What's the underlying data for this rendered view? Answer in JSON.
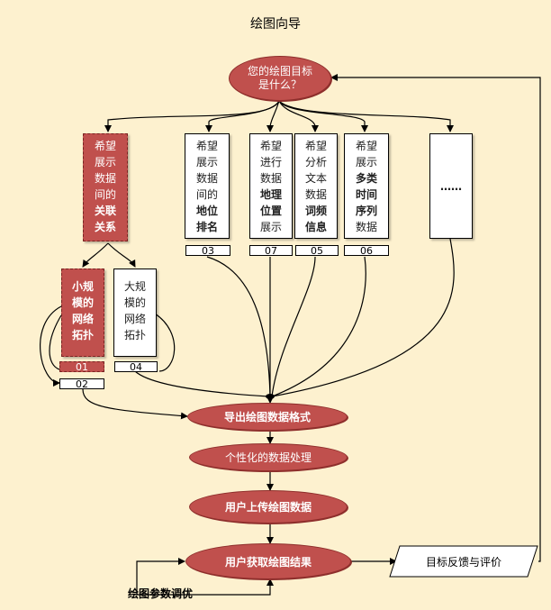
{
  "title": "绘图向导",
  "goal": {
    "line1": "您的绘图目标",
    "line2": "是什么？"
  },
  "boxes": {
    "relation": [
      "希望",
      "展示",
      "数据",
      "间的",
      "关联",
      "关系"
    ],
    "rank": [
      "希望",
      "展示",
      "数据",
      "间的",
      "地位",
      "排名"
    ],
    "geo": [
      "希望",
      "进行",
      "数据",
      "地理",
      "位置",
      "展示"
    ],
    "text": [
      "希望",
      "分析",
      "文本",
      "数据",
      "词频",
      "信息"
    ],
    "series": [
      "希望",
      "展示",
      "多类",
      "时间",
      "序列",
      "数据"
    ],
    "more": "……",
    "small": [
      "小规",
      "模的",
      "网络",
      "拓扑"
    ],
    "large": [
      "大规",
      "模的",
      "网络",
      "拓扑"
    ]
  },
  "tags": {
    "t01": "01",
    "t02": "02",
    "t03": "03",
    "t04": "04",
    "t05": "05",
    "t06": "06",
    "t07": "07"
  },
  "steps": {
    "export": "导出绘图数据格式",
    "process": "个性化的数据处理",
    "upload": "用户上传绘图数据",
    "result": "用户获取绘图结果"
  },
  "feedback": "目标反馈与评价",
  "param": "绘图参数调优",
  "colors": {
    "background": "#fdf1cf",
    "ellipse": "#c0504d",
    "text_light": "#ffffff"
  }
}
